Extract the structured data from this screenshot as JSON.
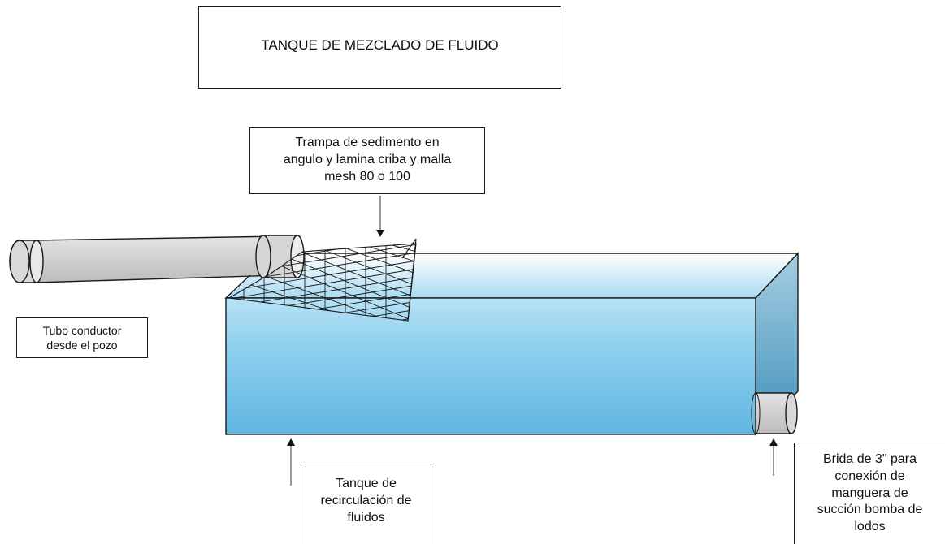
{
  "labels": {
    "title": "TANQUE DE MEZCLADO DE FLUIDO",
    "trap": "Trampa de sedimento en\nangulo y lamina criba y malla\nmesh 80 o 100",
    "tubo": "Tubo conductor\ndesde el pozo",
    "tanque": "Tanque de\nrecirculación de\nfluidos",
    "brida": "Brida de 3\" para\nconexión de\nmanguera de\nsucción bomba de\nlodos"
  },
  "colors": {
    "water_top": "#6cc1e9",
    "water_bottom": "#bfe3f6",
    "tank_right_side": "#4b9bc5",
    "pipe_fill": "#d3d3d3",
    "outline": "#1a1a1a"
  },
  "components": [
    "conductor-pipe",
    "sediment-trap-mesh",
    "recirculation-tank",
    "flange-outlet"
  ]
}
